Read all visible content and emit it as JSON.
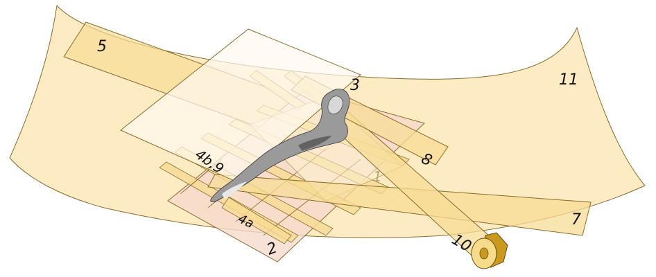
{
  "diagram": {
    "labels": {
      "l1": "1",
      "l2": "2",
      "l3": "3",
      "l4a": "4a",
      "l4b9": "4b,9",
      "l5": "5",
      "l7": "7",
      "l8": "8",
      "l10": "10",
      "l11": "11"
    },
    "colors": {
      "sheet_fill": "#fde9b8",
      "sheet_stroke": "#8a6a2a",
      "strip_fill": "#f7dc95",
      "pink_fill": "#f6d9cc",
      "white_sheet": "#fffaf0",
      "roller": "#c99a1e"
    }
  }
}
